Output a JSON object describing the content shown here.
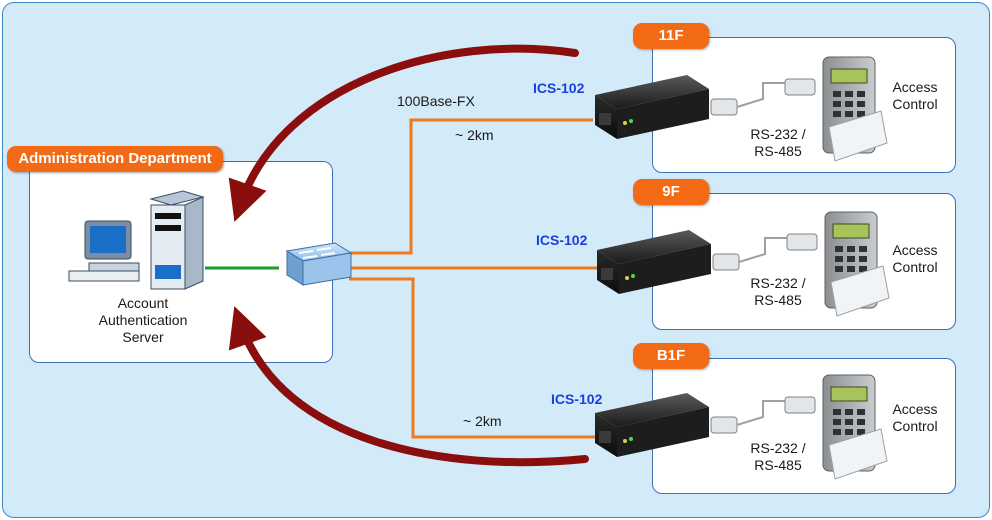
{
  "admin": {
    "tag": "Administration Department",
    "server_label": [
      "Account",
      "Authentication",
      "Server"
    ]
  },
  "link": {
    "type": "100Base-FX",
    "distance_top": "~ 2km",
    "distance_bottom": "~ 2km"
  },
  "floors": [
    {
      "tag": "11F",
      "device": "ICS-102",
      "serial": [
        "RS-232 /",
        "RS-485"
      ],
      "endpoint": [
        "Access",
        "Control"
      ]
    },
    {
      "tag": "9F",
      "device": "ICS-102",
      "serial": [
        "RS-232 /",
        "RS-485"
      ],
      "endpoint": [
        "Access",
        "Control"
      ]
    },
    {
      "tag": "B1F",
      "device": "ICS-102",
      "serial": [
        "RS-232 /",
        "RS-485"
      ],
      "endpoint": [
        "Access",
        "Control"
      ]
    }
  ],
  "colors": {
    "background": "#d3ebf9",
    "border": "#3f88c8",
    "tag": "#f26a16",
    "fiber": "#ee7a20",
    "ethernet": "#1b9c2a",
    "arrow": "#8b0e0e",
    "device_label": "#1a3fe0"
  }
}
